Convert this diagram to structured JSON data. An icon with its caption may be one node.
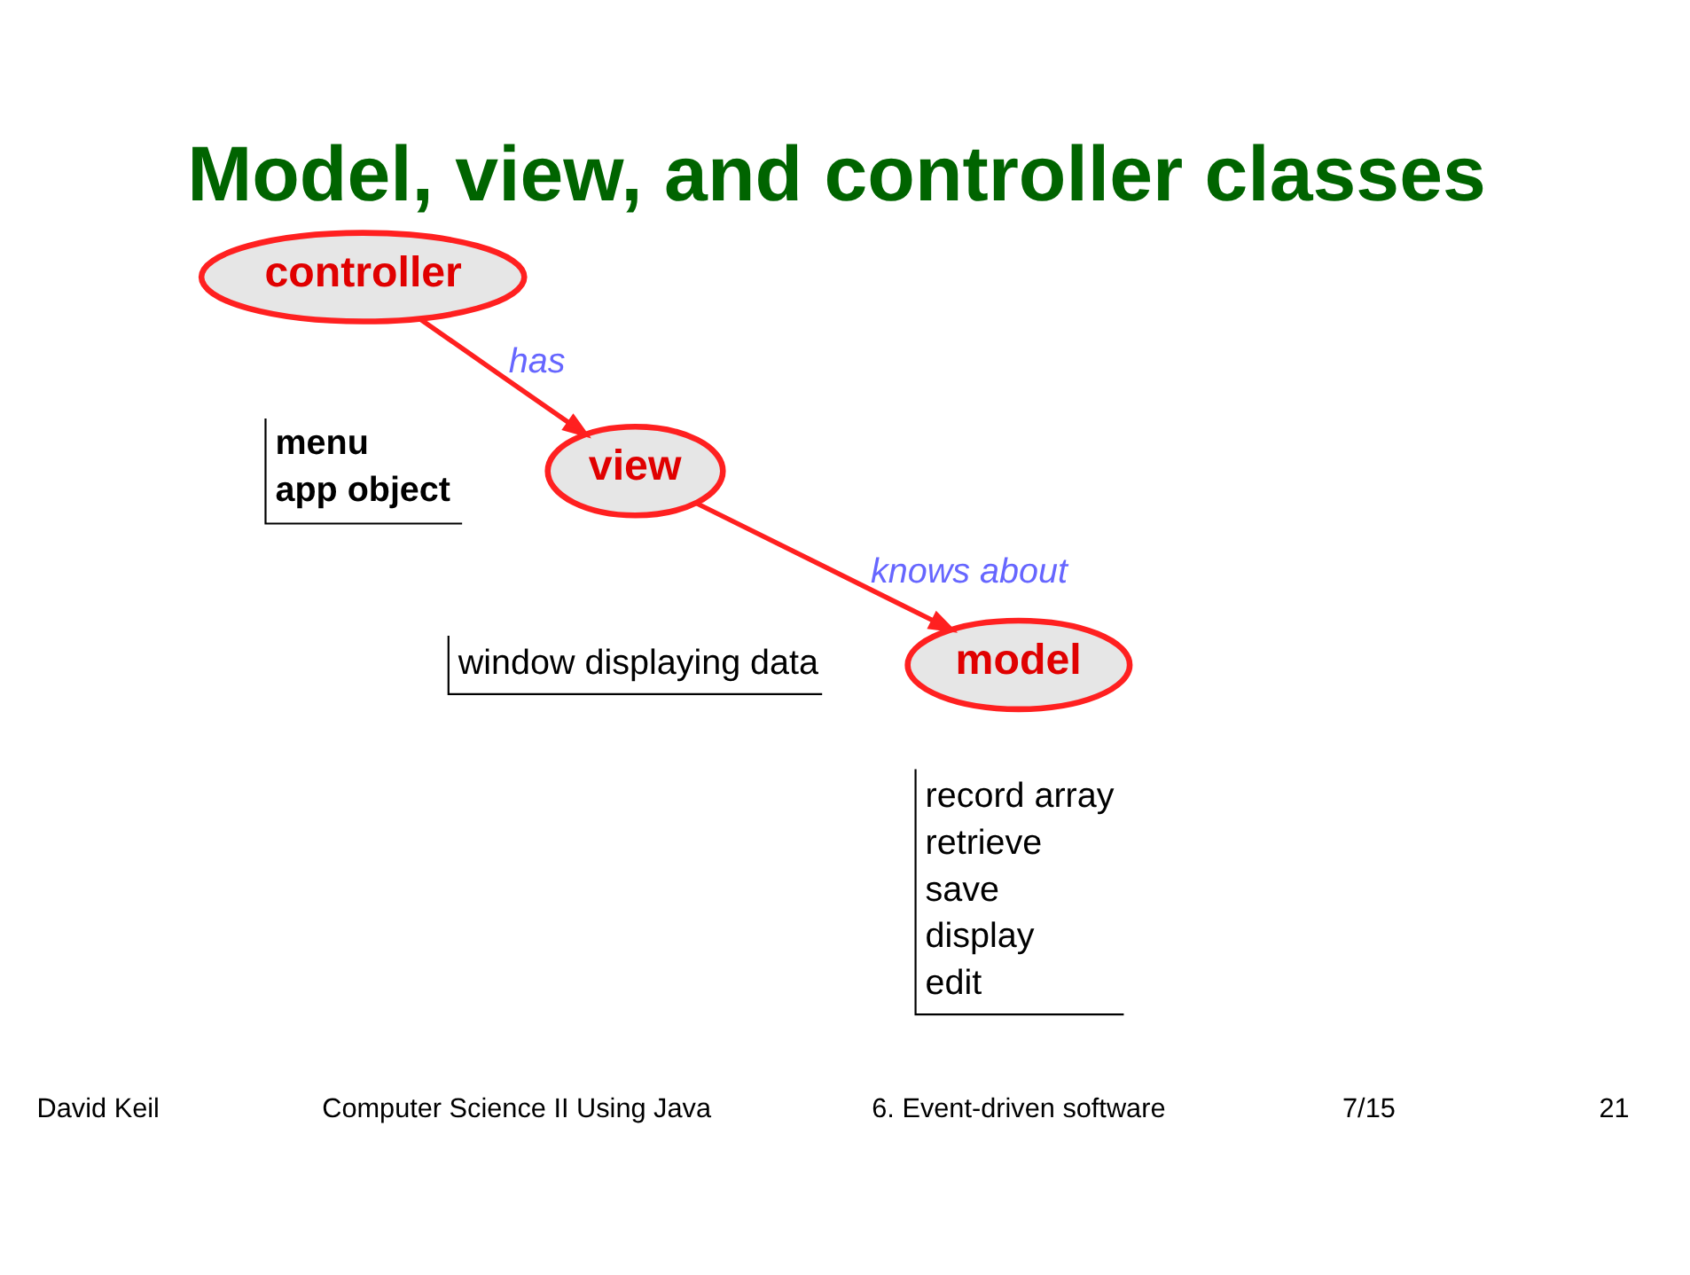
{
  "diagram": {
    "title": "Model, view, and controller classes",
    "nodes": [
      {
        "text": [
          "controller"
        ],
        "beside": [
          "menu",
          "app object"
        ]
      },
      {
        "text": [
          "view"
        ],
        "beside": [
          "window displaying data"
        ]
      },
      {
        "text": [
          "model"
        ],
        "beside": [
          "record array",
          "retrieve",
          "save",
          "display",
          "edit"
        ]
      }
    ],
    "edges": [
      {
        "from": 0,
        "to": 1,
        "arrow": "to",
        "label": "has"
      },
      {
        "from": 1,
        "to": 2,
        "arrow": "to",
        "label": "knows about"
      }
    ],
    "labels": [
      "David Keil",
      "Computer Science II Using Java",
      "6. Event-driven software",
      "7/15",
      "21"
    ]
  }
}
